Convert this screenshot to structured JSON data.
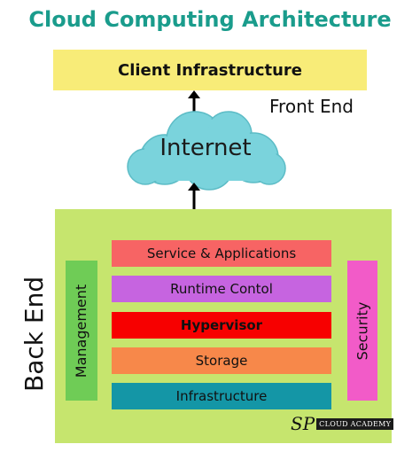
{
  "title": "Cloud Computing Architecture",
  "client": {
    "label": "Client Infrastructure"
  },
  "front_end_label": "Front End",
  "internet_label": "Internet",
  "back_end_label": "Back End",
  "management_label": "Management",
  "security_label": "Security",
  "layers": [
    {
      "label": "Service & Applications"
    },
    {
      "label": "Runtime Contol"
    },
    {
      "label": "Hypervisor"
    },
    {
      "label": "Storage"
    },
    {
      "label": "Infrastructure"
    }
  ],
  "watermark": {
    "initials": "SP",
    "text": "CLOUD ACADEMY"
  },
  "colors": {
    "title": "#1a9c8c",
    "client": "#f8ec78",
    "cloud": "#7ad3dc",
    "backend": "#c6e56e",
    "management": "#6fcc56",
    "security": "#f25bc8",
    "service": "#f76464",
    "runtime": "#c664e0",
    "hypervisor": "#f70000",
    "storage": "#f7884a",
    "infrastructure": "#1496a6"
  }
}
